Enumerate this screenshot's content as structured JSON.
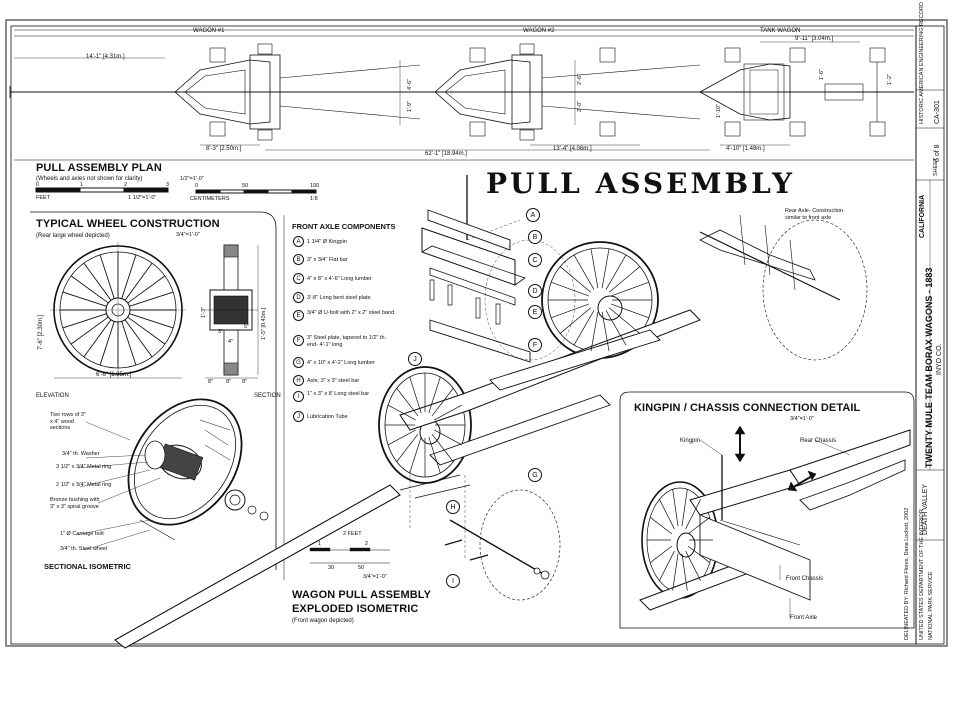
{
  "plan": {
    "wagon1_label": "WAGON #1",
    "wagon2_label": "WAGON #2",
    "tank_label": "TANK WAGON",
    "dim_left": "14'-1\" [4.31m.]",
    "dim_tank_width": "9'-11\" [3.04m.]",
    "dim_a": "8'-3\" [2.50m.]",
    "dim_total": "62'-1\" [18.94m.]",
    "dim_b": "13'-4\" [4.06m.]",
    "dim_c": "4'-10\" [1.48m.]",
    "dim_v1": "4'-6\"",
    "dim_v2": "1'-9\"",
    "dim_v3": "2'-6\"",
    "dim_v4": "2'-0\"",
    "dim_v5": "1'-10\"",
    "dim_v6": "1'-6\"",
    "dim_v7": "1'-2\""
  },
  "pull_plan": {
    "title": "PULL ASSEMBLY PLAN",
    "note": "(Wheels and axles not shown for clarity)",
    "scale_left_ticks": [
      "0",
      "1",
      "2",
      "3"
    ],
    "scale_left_unit": "FEET",
    "scale_left_ratio": "1 1/2\"=1'-0\"",
    "scale_right_ticks": [
      "0",
      "50",
      "100"
    ],
    "scale_right_unit": "CENTIMETERS",
    "scale_right_ratio": "1:8",
    "scale_top_ratio": "1/2\"=1'-0\""
  },
  "main_title": "PULL ASSEMBLY",
  "wheel": {
    "title": "TYPICAL WHEEL CONSTRUCTION",
    "note": "(Rear large wheel depicted)",
    "scale": "3/4\"=1'-0\"",
    "dim_height": "7'-6\" [2.30m.]",
    "dim_diameter": "6'-6\" [1.85m.]",
    "elevation": "ELEVATION",
    "section": "SECTION",
    "sec_dims": [
      "1'-3\"",
      "1'-5\" [0.43m.]",
      "3\"",
      "4\"",
      "8\"",
      "8\"",
      "8\"",
      "5\""
    ]
  },
  "sectional": {
    "label": "SECTIONAL ISOMETRIC",
    "notes": [
      "Two rows of 3\" x 4\" wood sections",
      "3/4\" th. Washer",
      "3 1/2\" x 3/4\" Metal ring",
      "2 1/2\" x 3/4\" Metal ring",
      "Bronze bushing with 3\" x 3\" spiral groove",
      "1\" Ø Carriage bolt",
      "3/4\" th. Steel wheel"
    ]
  },
  "components": {
    "title": "FRONT AXLE COMPONENTS",
    "items": [
      {
        "letter": "A",
        "text": "1 1/4\" Ø Kingpin"
      },
      {
        "letter": "B",
        "text": "3\" x 3/4\" Flat bar"
      },
      {
        "letter": "C",
        "text": "4\" x 8\" x 4'-6\" Long lumber"
      },
      {
        "letter": "D",
        "text": "3'-8\" Long bent steel plate"
      },
      {
        "letter": "E",
        "text": "3/4\" Ø U-bolt with 2\" x 2\" steel band"
      },
      {
        "letter": "F",
        "text": "3\" Steel plate, tapered to 1/2\" th. end- 4'-1\" long"
      },
      {
        "letter": "G",
        "text": "4\" x 10\" x 4'-2\" Long lumber"
      },
      {
        "letter": "H",
        "text": "Axle, 3\" x 3\" steel bar"
      },
      {
        "letter": "I",
        "text": "1\" x 3\" x 8' Long steel bar"
      },
      {
        "letter": "J",
        "text": "Lubrication Tube"
      }
    ]
  },
  "exploded": {
    "title1": "WAGON PULL ASSEMBLY",
    "title2": "EXPLODED ISOMETRIC",
    "note": "(Front wagon depicted)",
    "scale_label": "2 FEET",
    "scale_ticks": [
      "1",
      "2"
    ],
    "scale_cm": [
      "30",
      "50"
    ],
    "scale_ratio": "3/4\"=1'-0\"",
    "rear_axle_note": "Rear Axle- Construction similar to front axle"
  },
  "kingpin": {
    "title": "KINGPIN / CHASSIS CONNECTION DETAIL",
    "scale": "3/4\"=1'-0\"",
    "labels": [
      "Kingpin",
      "Rear Chassis",
      "Front Chassis",
      "Front Axle"
    ]
  },
  "title_block": {
    "project": "TWENTY MULE TEAM BORAX WAGONS - 1883",
    "location": "DEATH VALLEY",
    "county": "INYO CO.",
    "state": "CALIFORNIA",
    "sheet": "6 of 8",
    "sheet_label": "SHEET",
    "survey": "HISTORIC AMERICAN ENGINEERING RECORD",
    "record": "CA-301",
    "delineator": "DELINEATED BY: Richard Flores, Dana Lockett, 2002",
    "agency": "UNITED STATES DEPARTMENT OF THE INTERIOR",
    "small": "NATIONAL PARK SERVICE"
  },
  "colors": {
    "ink": "#111111",
    "paper": "#ffffff",
    "frame": "#6f6f6f"
  }
}
